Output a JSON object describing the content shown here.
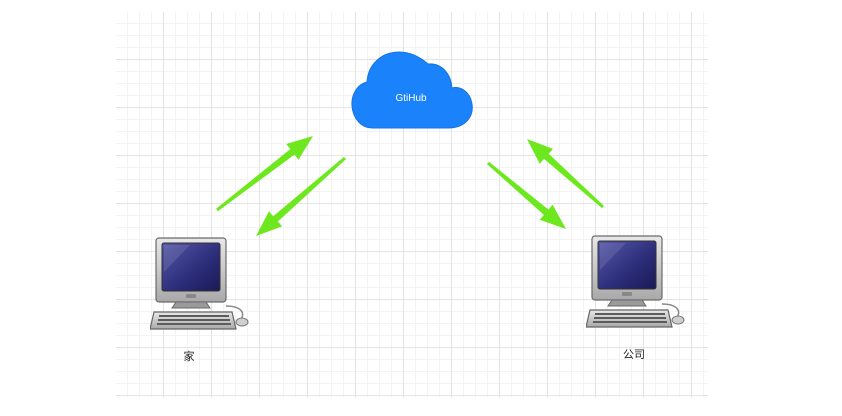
{
  "diagram": {
    "cloud": {
      "label": "GtiHub",
      "color": "#1a82fb"
    },
    "nodes": [
      {
        "id": "home",
        "label": "家"
      },
      {
        "id": "office",
        "label": "公司"
      }
    ],
    "arrow_color": "#6ee81e",
    "edges": [
      {
        "from": "home",
        "to": "cloud"
      },
      {
        "from": "cloud",
        "to": "home"
      },
      {
        "from": "office",
        "to": "cloud"
      },
      {
        "from": "cloud",
        "to": "office"
      }
    ]
  }
}
